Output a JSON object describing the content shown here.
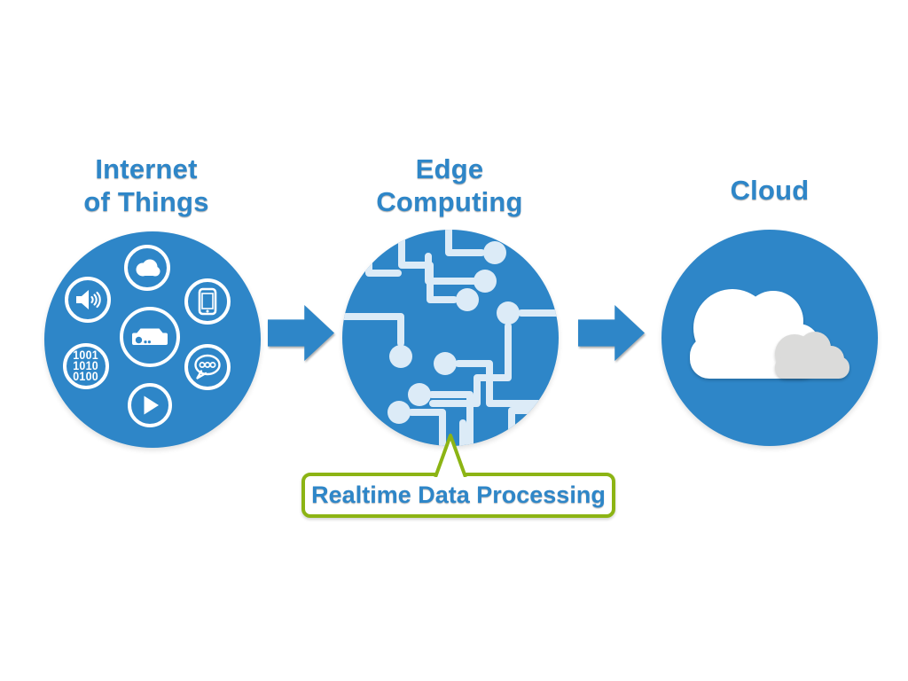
{
  "diagram_title": "IoT to Edge to Cloud data flow",
  "nodes": {
    "iot": {
      "title": "Internet\nof Things",
      "icons": [
        "cloud-icon",
        "speaker-icon",
        "smartphone-icon",
        "set-top-box-icon",
        "binary-code-icon",
        "chat-bubble-icon",
        "play-icon"
      ],
      "binary_text": "1001\n1010\n0100"
    },
    "edge": {
      "title": "Edge\nComputing",
      "icon": "circuit-board-icon"
    },
    "cloud": {
      "title": "Cloud",
      "icon": "clouds-icon"
    }
  },
  "connectors": [
    {
      "from": "iot",
      "to": "edge",
      "icon": "right-arrow-icon"
    },
    {
      "from": "edge",
      "to": "cloud",
      "icon": "right-arrow-icon"
    }
  ],
  "callout": {
    "label": "Realtime Data Processing",
    "points_to": "edge"
  },
  "colors": {
    "primary_blue": "#2e86c8",
    "pale_blue": "#dcebf7",
    "cloud_gray": "#dbdbda",
    "callout_green": "#8cb414",
    "background": "#ffffff"
  }
}
